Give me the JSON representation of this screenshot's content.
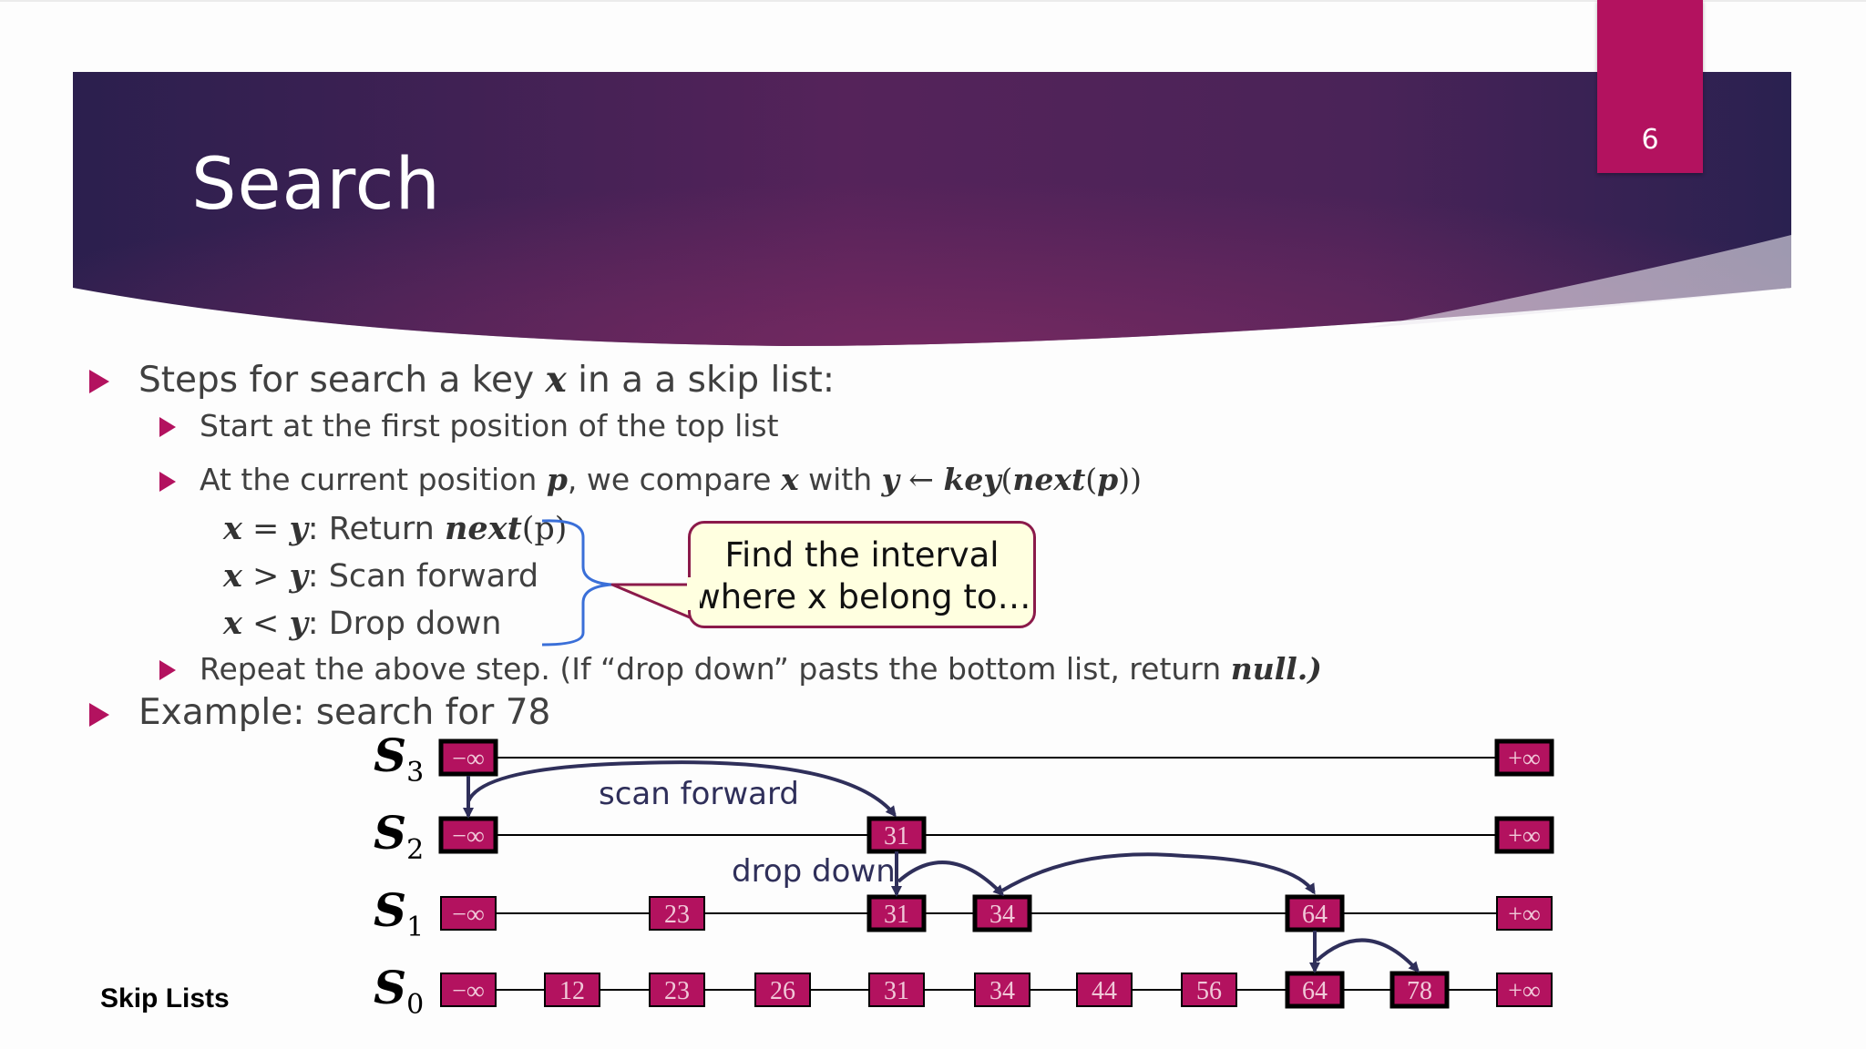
{
  "slide": {
    "title": "Search",
    "number": "6",
    "footer": "Skip Lists"
  },
  "bullets": {
    "b1": {
      "pre": "Steps for search a key ",
      "var": "x",
      "post": " in a a skip list:"
    },
    "b2": "Start at the first position of the top list",
    "b3": {
      "pre": "At the current position ",
      "p": "p",
      "mid1": ", we compare ",
      "x": "x",
      "mid2": " with ",
      "y": "y",
      "arrow": " ← ",
      "key": "key",
      "next": "next",
      "p2": "p",
      "close": "))",
      "open1": "(",
      "open2": "("
    },
    "c1": {
      "lhs": "x",
      "op": " = ",
      "rhs": "y",
      "text": ": Return ",
      "fn": "next",
      "arg": "(p)"
    },
    "c2": {
      "lhs": "x",
      "op": " > ",
      "rhs": "y",
      "text": ": Scan forward"
    },
    "c3": {
      "lhs": "x",
      "op": " < ",
      "rhs": "y",
      "text": ": Drop down"
    },
    "b4": {
      "pre": "Repeat the above step. (If “drop down” pasts the bottom list, return ",
      "null": "null.)"
    },
    "b5": "Example: search for 78"
  },
  "callout": {
    "line1": "Find the interval",
    "line2": "where x belong to…"
  },
  "diagram": {
    "levels": [
      {
        "name": "S",
        "sub": "3",
        "keys": [
          "−∞",
          "+∞"
        ]
      },
      {
        "name": "S",
        "sub": "2",
        "keys": [
          "−∞",
          "31",
          "+∞"
        ]
      },
      {
        "name": "S",
        "sub": "1",
        "keys": [
          "−∞",
          "23",
          "31",
          "34",
          "64",
          "+∞"
        ]
      },
      {
        "name": "S",
        "sub": "0",
        "keys": [
          "−∞",
          "12",
          "23",
          "26",
          "31",
          "34",
          "44",
          "56",
          "64",
          "78",
          "+∞"
        ]
      }
    ],
    "labels": {
      "scan": "scan forward",
      "drop": "drop down"
    },
    "node_color": "#b3125f",
    "arrow_color": "#2f2f5a"
  },
  "colors": {
    "accent": "#b3125f",
    "banner_dark": "#2a1f4a",
    "banner_mid": "#6b2758"
  }
}
